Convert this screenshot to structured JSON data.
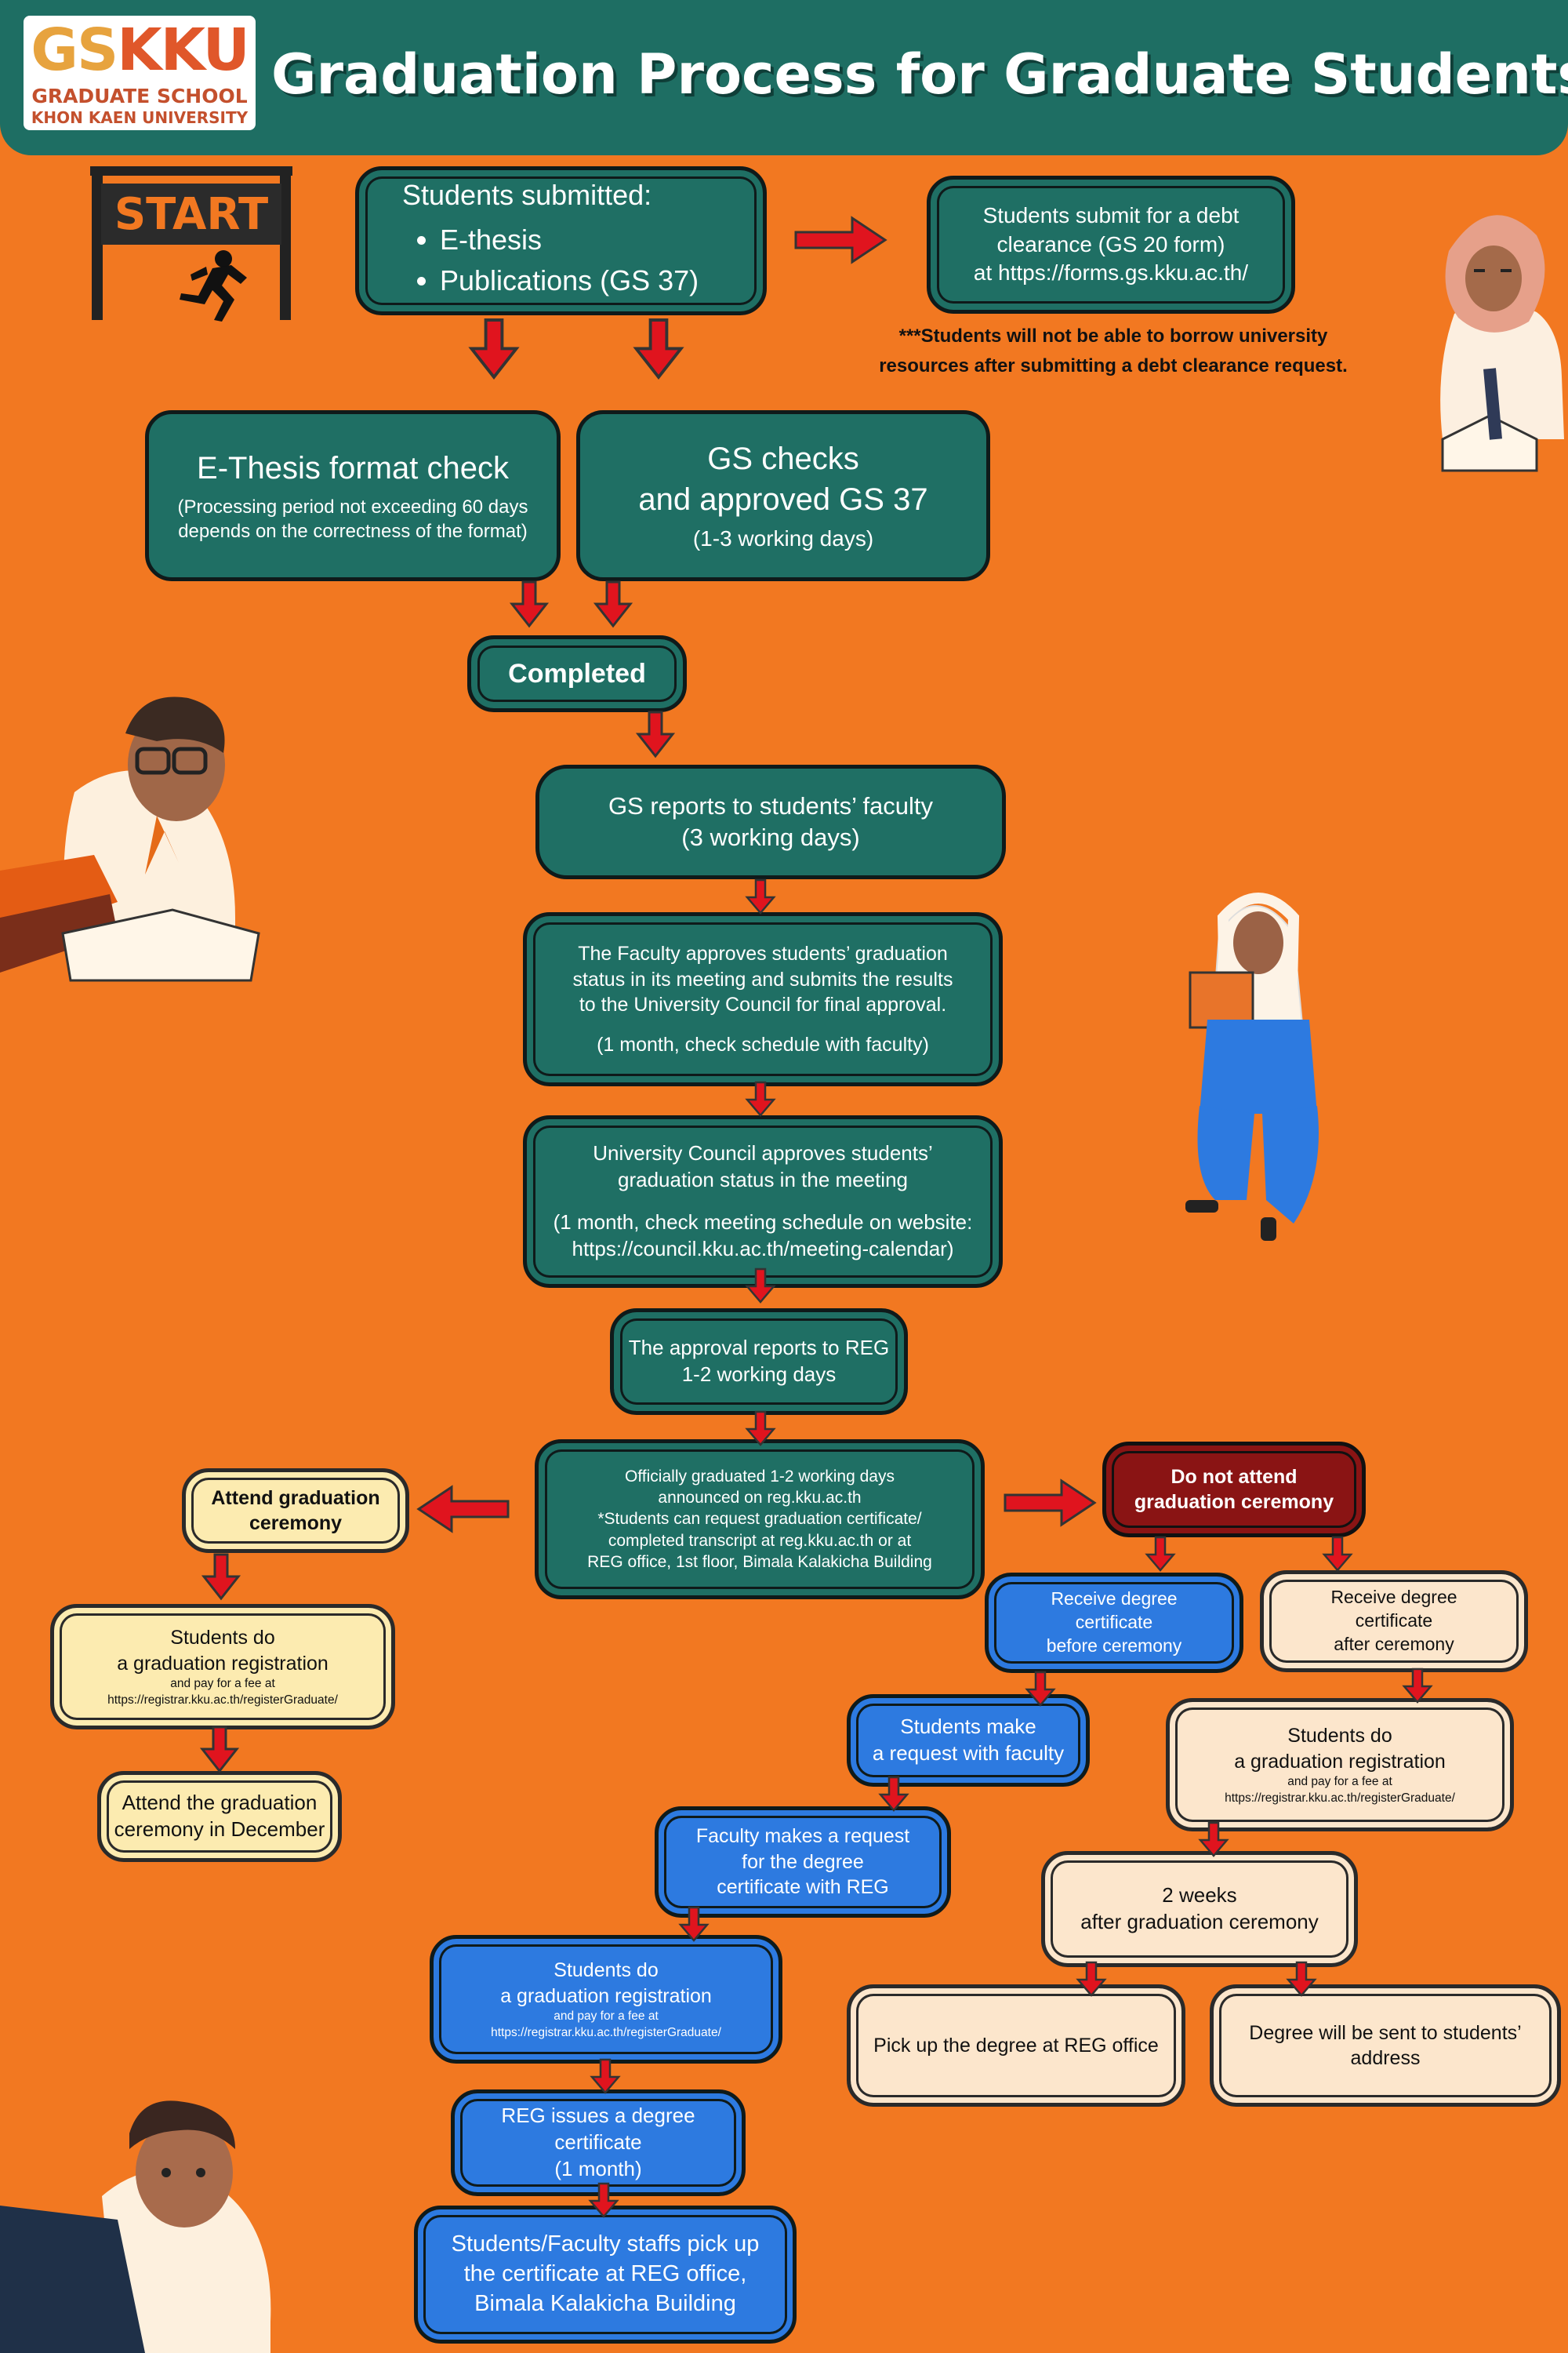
{
  "header": {
    "logo": {
      "gs": "GS",
      "kku": "KKU",
      "line1": "GRADUATE SCHOOL",
      "line2": "KHON KAEN UNIVERSITY"
    },
    "title": "Graduation Process for Graduate Students"
  },
  "start": {
    "label": "START",
    "icon": "running-person-icon"
  },
  "steps": {
    "submitted": {
      "heading": "Students submitted:",
      "items": [
        "E-thesis",
        "Publications (GS 37)"
      ]
    },
    "debt": {
      "line1": "Students submit for a debt",
      "line2": "clearance (GS 20 form)",
      "line3": "at https://forms.gs.kku.ac.th/"
    },
    "debt_note": {
      "line1": "***Students will not be able to borrow university",
      "line2": "resources after submitting a debt clearance request."
    },
    "ethesis": {
      "title": "E-Thesis format check",
      "sub1": "(Processing period not exceeding 60 days",
      "sub2": "depends on the correctness of the format)"
    },
    "gs_check": {
      "line1": "GS checks",
      "line2": "and approved GS 37",
      "line3": "(1-3 working days)"
    },
    "completed": "Completed",
    "reports": {
      "line1": "GS reports to students’ faculty",
      "line2": "(3 working days)"
    },
    "faculty": {
      "line1": "The Faculty approves students’ graduation",
      "line2": "status in its meeting and submits the results",
      "line3": "to the University Council for final approval.",
      "line4": "(1 month, check schedule with faculty)"
    },
    "council": {
      "line1": "University Council approves students’",
      "line2": "graduation status in the meeting",
      "line3": "(1 month, check meeting schedule on website:",
      "line4": "https://council.kku.ac.th/meeting-calendar)"
    },
    "to_reg": {
      "line1": "The approval reports to REG",
      "line2": "1-2  working days"
    },
    "official": {
      "line1": "Officially graduated 1-2 working days",
      "line2": "announced on reg.kku.ac.th",
      "line3": "*Students can request graduation certificate/",
      "line4": "completed transcript at reg.kku.ac.th or at",
      "line5": "REG office, 1st floor, Bimala Kalakicha Building"
    }
  },
  "attend_branch": {
    "head": {
      "line1": "Attend graduation",
      "line2": "ceremony"
    },
    "register": {
      "line1": "Students do",
      "line2": "a graduation registration",
      "line3": "and pay for a fee at",
      "line4": "https://registrar.kku.ac.th/registerGraduate/"
    },
    "final": {
      "line1": "Attend the graduation",
      "line2": "ceremony in December"
    }
  },
  "not_attend_branch": {
    "head": {
      "line1": "Do not attend",
      "line2": "graduation ceremony"
    },
    "before": {
      "head": {
        "line1": "Receive degree",
        "line2": "certificate",
        "line3": "before ceremony"
      },
      "make_request": {
        "line1": "Students make",
        "line2": "a request with faculty"
      },
      "faculty_request": {
        "line1": "Faculty makes a request",
        "line2": "for the degree",
        "line3": "certificate with REG"
      },
      "register": {
        "line1": "Students do",
        "line2": "a graduation registration",
        "line3": "and pay for a fee at",
        "line4": "https://registrar.kku.ac.th/registerGraduate/"
      },
      "issue": {
        "line1": "REG issues a degree",
        "line2": "certificate",
        "line3": "(1 month)"
      },
      "pickup": {
        "line1": "Students/Faculty staffs pick up",
        "line2": "the certificate at REG office,",
        "line3": "Bimala Kalakicha Building"
      }
    },
    "after": {
      "head": {
        "line1": "Receive degree",
        "line2": "certificate",
        "line3": "after ceremony"
      },
      "register": {
        "line1": "Students do",
        "line2": "a graduation registration",
        "line3": "and pay for a fee at",
        "line4": "https://registrar.kku.ac.th/registerGraduate/"
      },
      "two_weeks": {
        "line1": "2 weeks",
        "line2": "after graduation ceremony"
      },
      "pickup": "Pick up the degree at REG office",
      "sent": {
        "line1": "Degree will be sent to students’",
        "line2": "address"
      }
    }
  },
  "colors": {
    "background": "#F27821",
    "header": "#1E6E63",
    "teal": "#1F6F64",
    "blue": "#2D7AE0",
    "yellow": "#FCEBB0",
    "cream": "#FCE6CC",
    "dark_red": "#8A1414",
    "arrow": "#E0141E"
  },
  "illustrations": [
    "student-writing-icon",
    "student-thinking-icon",
    "student-reading-icon",
    "student-laptop-icon"
  ]
}
